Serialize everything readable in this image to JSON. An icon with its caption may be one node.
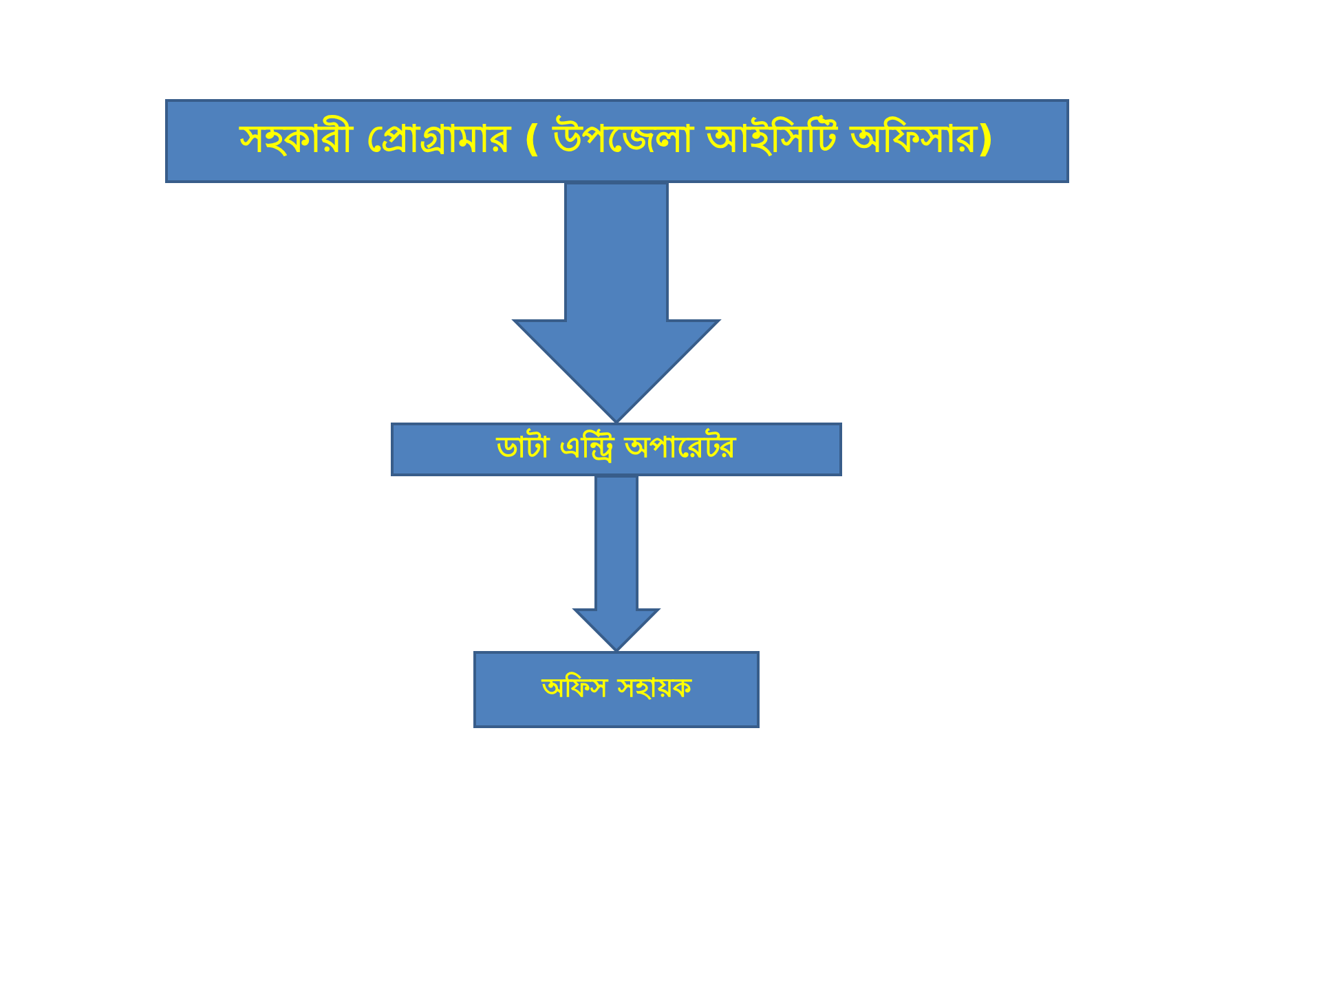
{
  "diagram": {
    "nodes": [
      {
        "text": [
          "সহকারী প্রোগ্রামার ( উপজেলা আইসিটি অফিসার)"
        ]
      },
      {
        "text": [
          "ডাটা এন্ট্রি অপারেটর"
        ]
      },
      {
        "text": [
          "অফিস সহায়ক"
        ]
      }
    ],
    "edges": [
      {
        "from": 0,
        "to": 1,
        "arrow": "to"
      },
      {
        "from": 1,
        "to": 2,
        "arrow": "to"
      }
    ]
  }
}
